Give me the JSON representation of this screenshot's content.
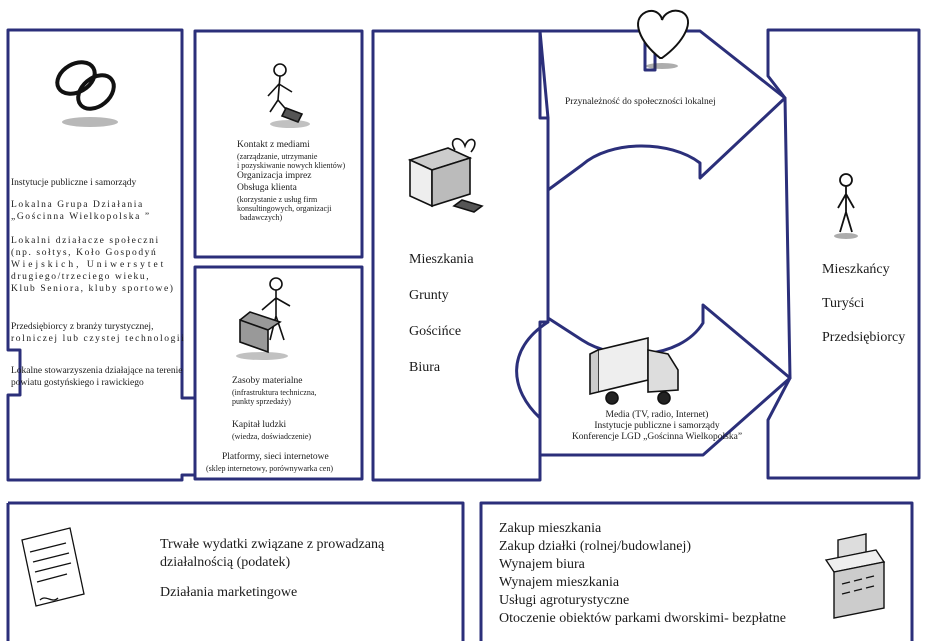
{
  "key_partners": {
    "items": [
      "Instytucje publiczne i samorządy",
      "Lokalna Grupa Działania",
      "„Gościnna Wielkopolska ”",
      "Lokalni działacze społeczni",
      "(np. sołtys, Koło Gospodyń",
      "Wiejskich, Uniwersytet",
      "drugiego/trzeciego wieku,",
      "Klub Seniora, kluby sportowe)",
      "Przedsiębiorcy z branży turystycznej,",
      "rolniczej lub czystej technologii",
      "Lokalne stowarzyszenia działające na terenie",
      "powiatu gostyńskiego i rawickiego"
    ],
    "icon": "interlocked-rings-icon"
  },
  "key_activities": {
    "title": "Kontakt z mediami",
    "sub1": [
      "(zarządzanie, utrzymanie",
      "i pozyskiwanie nowych klientów)"
    ],
    "item2": "Organizacja imprez",
    "item3": "Obsługa klienta",
    "sub3": [
      "(korzystanie z usług firm",
      "konsultingowych, organizacji",
      "badawczych)"
    ],
    "icon": "worker-icon"
  },
  "key_resources": {
    "item1": "Zasoby materialne",
    "sub1": [
      "(infrastruktura techniczna,",
      "punkty sprzedaży)"
    ],
    "item2": "Kapitał ludzki",
    "sub2": "(wiedza, doświadczenie)",
    "item3": "Platformy, sieci internetowe",
    "sub3": "(sklep internetowy, porównywarka cen)",
    "icon": "machine-operator-icon"
  },
  "value_proposition": {
    "items": [
      "Mieszkania",
      "Grunty",
      "Gościńce",
      "Biura"
    ],
    "icon": "gift-box-icon"
  },
  "relationships": {
    "text": "Przynależność do społeczności lokalnej",
    "icon": "heart-icon"
  },
  "channels": {
    "items": [
      "Media (TV, radio, Internet)",
      "Instytucje publiczne i samorządy",
      "Konferencje LGD „Gościnna Wielkopolska”"
    ],
    "icon": "delivery-truck-icon"
  },
  "customer_segments": {
    "items": [
      "Mieszkańcy",
      "Turyści",
      "Przedsiębiorcy"
    ],
    "icon": "standing-person-icon"
  },
  "cost_structure": {
    "items": [
      "Trwałe wydatki związane z prowadzaną",
      "działalnością (podatek)",
      "Działania marketingowe"
    ],
    "icon": "invoice-icon"
  },
  "revenue_streams": {
    "items": [
      "Zakup mieszkania",
      "Zakup działki (rolnej/budowlanej)",
      "Wynajem biura",
      "Wynajem mieszkania",
      "Usługi agroturystyczne",
      "Otoczenie obiektów parkami dworskimi- bezpłatne"
    ],
    "icon": "cash-register-icon"
  },
  "colors": {
    "stroke": "#2b2f7a",
    "ink": "#1a1a1a"
  }
}
